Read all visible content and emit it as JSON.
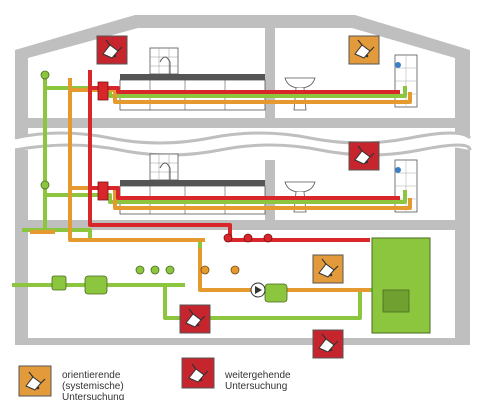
{
  "colors": {
    "orange": "#e39a3a",
    "red": "#c7252e",
    "green": "#8cc63f",
    "pipe_red": "#d9262b",
    "pipe_orange": "#e59a2f",
    "pipe_green": "#8cc63f",
    "building": "#bfbfbf"
  },
  "legend": {
    "orange": {
      "text": "orientierende\n(systemische)\nUntersuchung",
      "icon": "sampling-tap-icon"
    },
    "red": {
      "text": "weitergehende\nUntersuchung",
      "icon": "sampling-tap-icon"
    }
  },
  "markers": [
    {
      "type": "red",
      "icon": "sampling-tap-icon"
    },
    {
      "type": "orange",
      "icon": "sampling-tap-icon"
    },
    {
      "type": "red",
      "icon": "sampling-tap-icon"
    },
    {
      "type": "orange",
      "icon": "sampling-tap-icon"
    },
    {
      "type": "red",
      "icon": "sampling-tap-icon"
    },
    {
      "type": "red",
      "icon": "sampling-tap-icon"
    }
  ]
}
